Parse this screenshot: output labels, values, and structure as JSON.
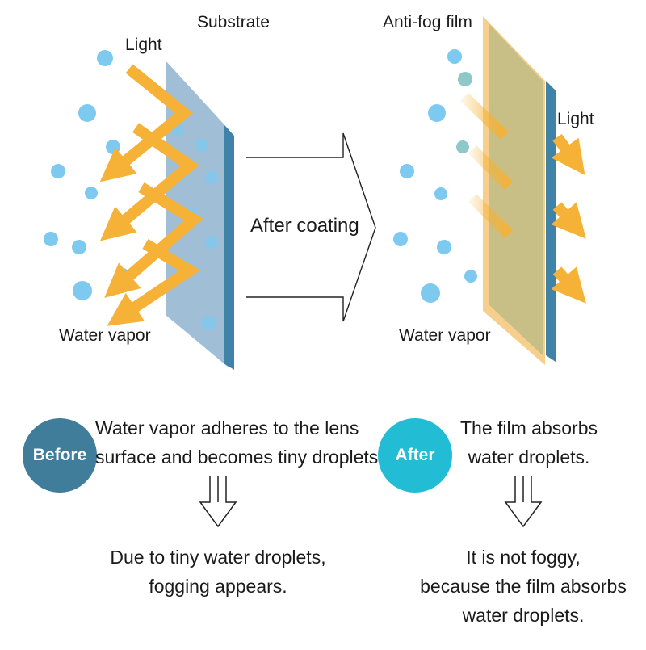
{
  "labels": {
    "substrate": "Substrate",
    "light_left": "Light",
    "water_vapor_left": "Water vapor",
    "after_coating": "After coating",
    "anti_fog_film": "Anti-fog film",
    "light_right": "Light",
    "water_vapor_right": "Water vapor"
  },
  "before": {
    "badge": "Before",
    "line1": "Water vapor adheres to the lens",
    "line2": "surface and becomes tiny droplets.",
    "result_line1": "Due to tiny water droplets,",
    "result_line2": "fogging appears."
  },
  "after": {
    "badge": "After",
    "line1": "The film absorbs",
    "line2": "water droplets.",
    "result_line1": "It is not foggy,",
    "result_line2": "because the film absorbs",
    "result_line3": "water droplets."
  },
  "colors": {
    "droplet": "#7ec9ef",
    "light_arrow": "#f5b236",
    "substrate_face": "#8fb4cf",
    "substrate_edge": "#3f83a8",
    "film": "#f4c778",
    "badge_before": "#3f7d9a",
    "badge_after": "#22bcd4"
  }
}
